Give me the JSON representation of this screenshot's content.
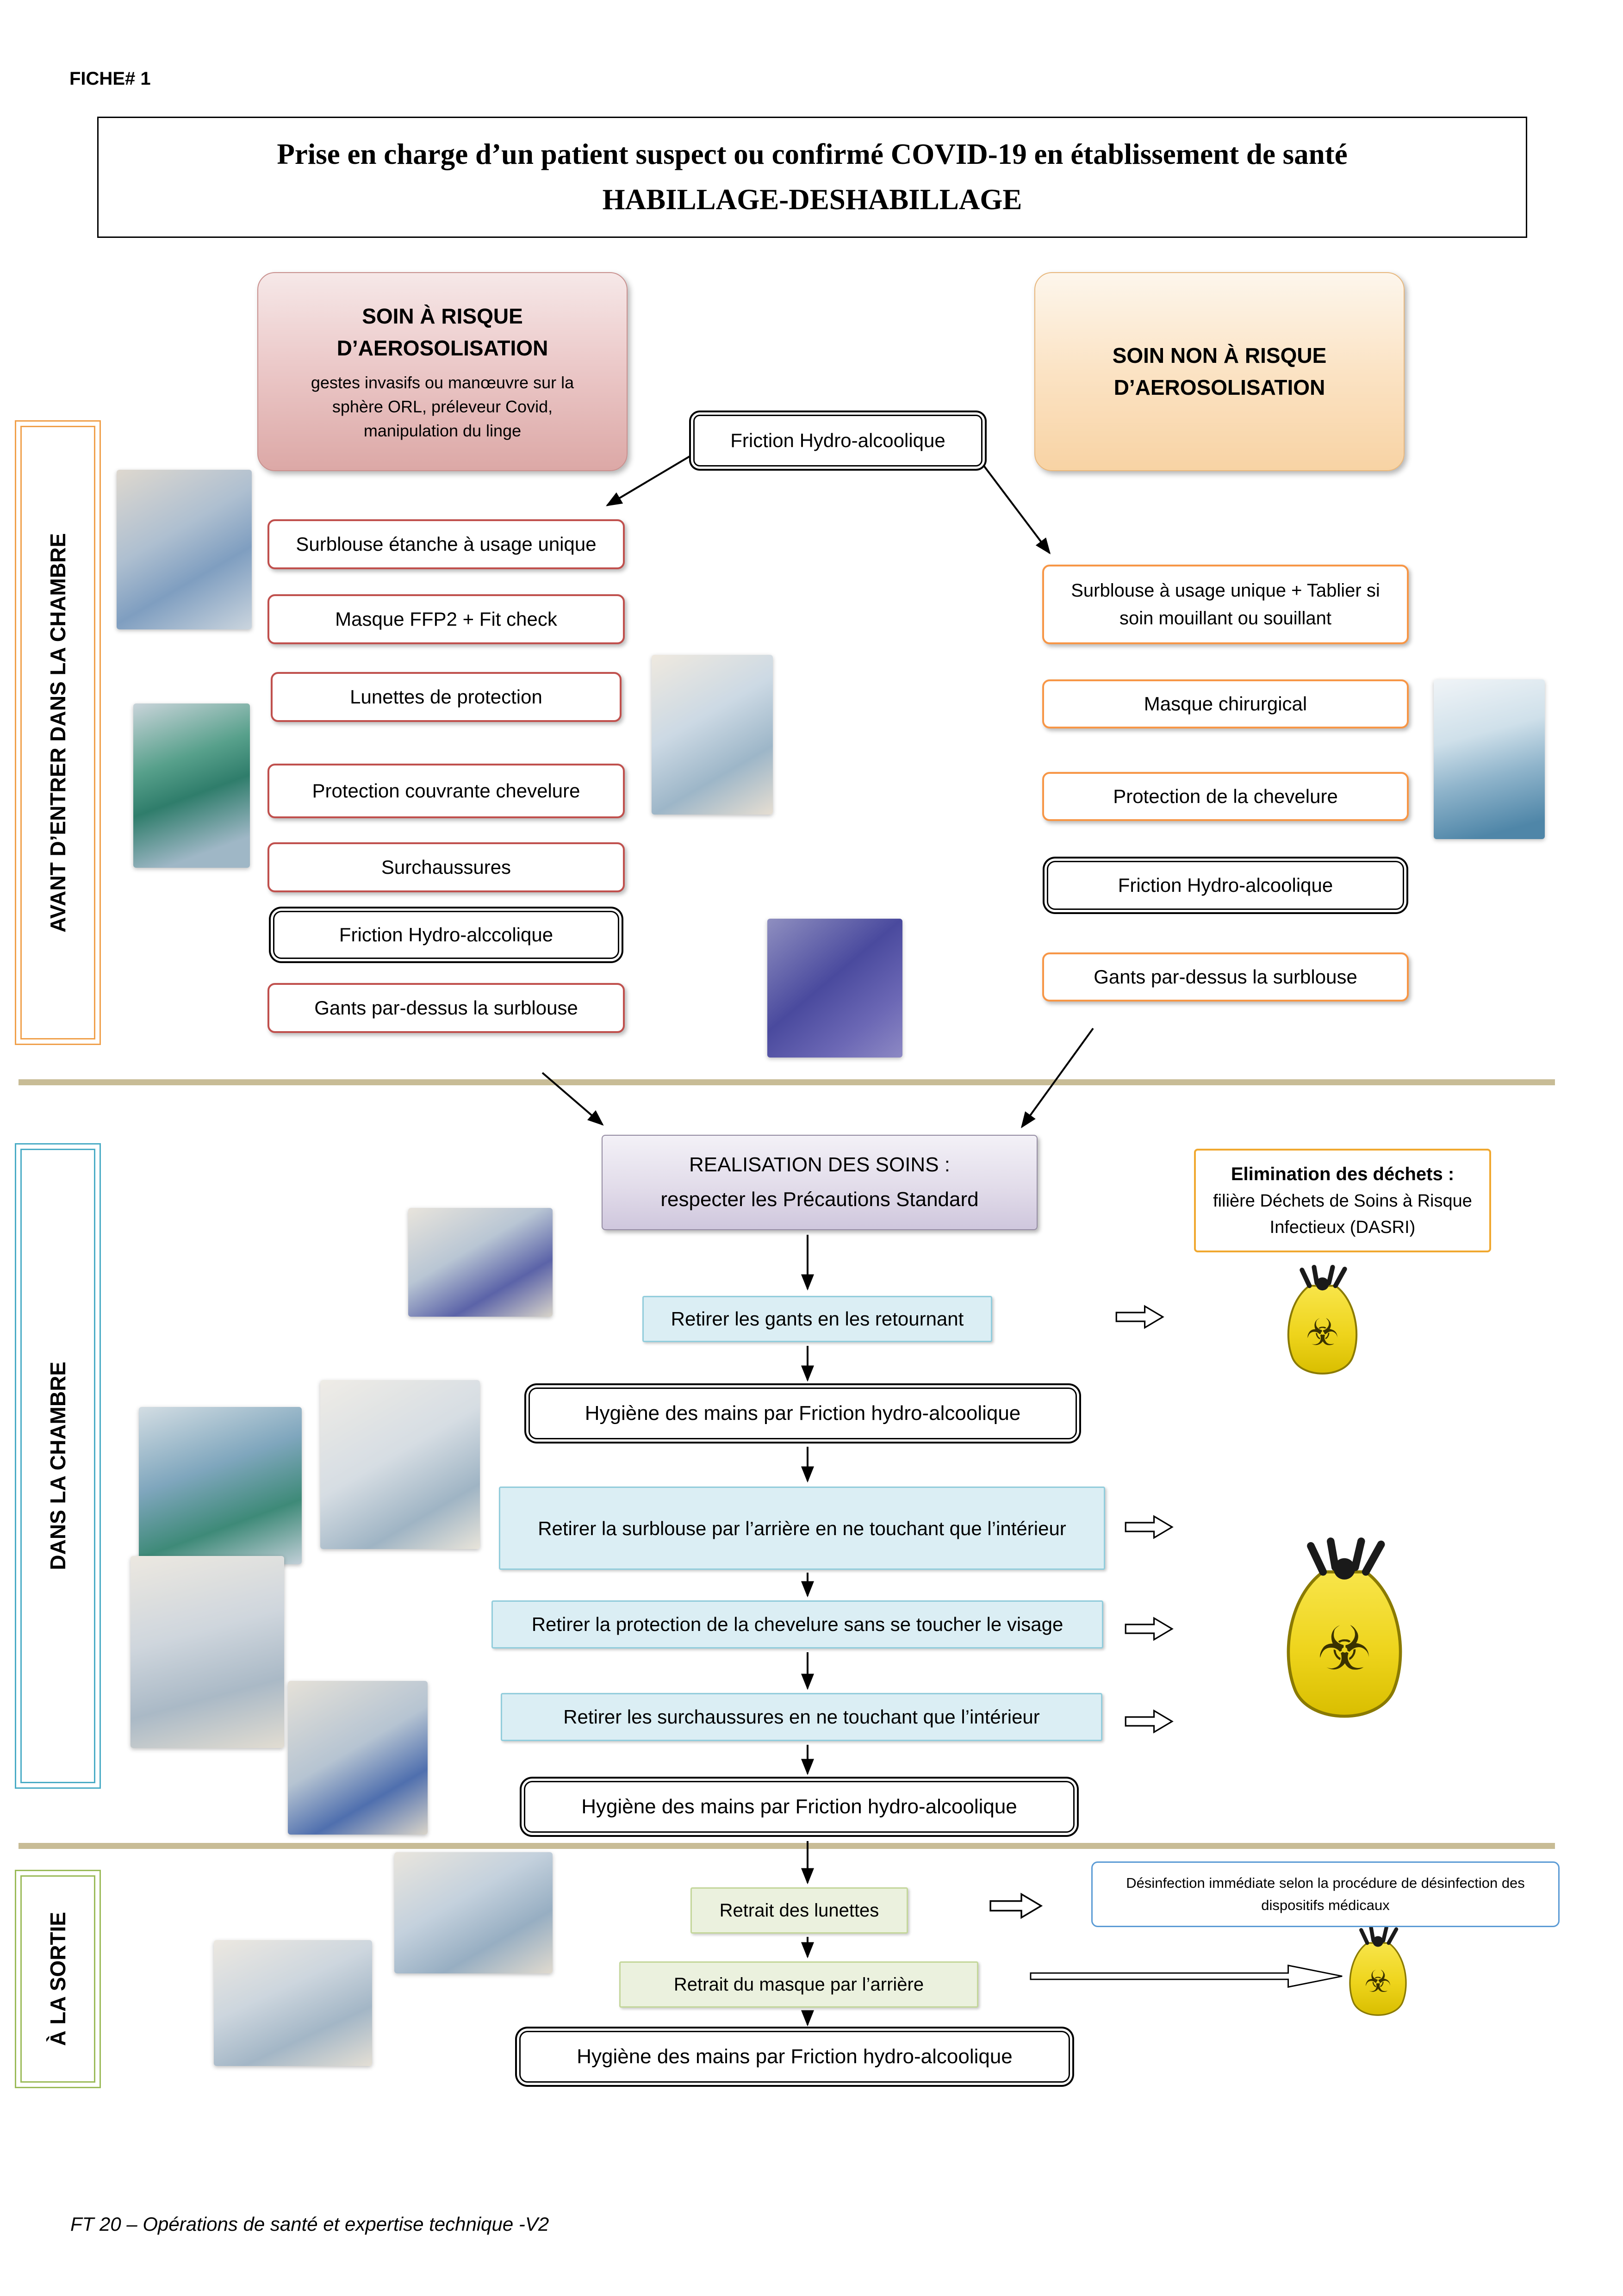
{
  "colors": {
    "red_border": "#c0504d",
    "orange_border": "#f79646",
    "blue_border": "#92cddc",
    "blue_fill": "#dbeef4",
    "green_fill": "#ebf1de",
    "sidebar_orange": "#f0a04b",
    "sidebar_blue": "#4bacc6",
    "sidebar_green": "#9bbb59",
    "divider_tan": "#c8bc96",
    "bag_yellow": "#f2d410"
  },
  "icons": {
    "biohazard": "☣"
  },
  "page": {
    "fiche": "FICHE# 1",
    "title_line1": "Prise en charge d’un patient suspect ou confirmé COVID-19 en établissement de santé",
    "title_line2": "HABILLAGE-DESHABILLAGE",
    "footer": "FT 20 – Opérations de santé et expertise technique -V2"
  },
  "sections": {
    "before": "AVANT D’ENTRER DANS LA CHAMBRE",
    "inside": "DANS LA CHAMBRE",
    "exit": "À LA SORTIE"
  },
  "branch_aerosol": {
    "title1": "SOIN À RISQUE",
    "title2": "D’AEROSOLISATION",
    "subtitle": "gestes invasifs ou manœuvre sur la sphère ORL, préleveur Covid, manipulation du linge"
  },
  "branch_non_aerosol": {
    "title1": "SOIN NON À RISQUE",
    "title2": "D’AEROSOLISATION"
  },
  "friction_entry": "Friction Hydro-alcoolique",
  "left_steps": [
    "Surblouse étanche à usage unique",
    "Masque FFP2 + Fit check",
    "Lunettes de protection",
    "Protection couvrante chevelure",
    "Surchaussures",
    "Friction Hydro-alccolique",
    "Gants par-dessus la surblouse"
  ],
  "right_steps": [
    "Surblouse à usage unique + Tablier si soin mouillant ou souillant",
    "Masque chirurgical",
    "Protection de la chevelure",
    "Friction Hydro-alcoolique",
    "Gants par-dessus la surblouse"
  ],
  "care": {
    "realisation_line1": "REALISATION DES SOINS :",
    "realisation_line2": "respecter les Précautions Standard",
    "waste_title": "Elimination des déchets :",
    "waste_body": "filière Déchets de Soins à Risque Infectieux (DASRI)",
    "remove_gloves": "Retirer les gants en les retournant",
    "hand_hygiene": "Hygiène des mains par Friction hydro-alcoolique",
    "remove_gown": "Retirer la surblouse par l’arrière en ne touchant que l’intérieur",
    "remove_hair_cover": "Retirer la protection de la chevelure sans se toucher le visage",
    "remove_shoe_covers": "Retirer les surchaussures en ne touchant que l’intérieur"
  },
  "exit_steps": {
    "remove_goggles": "Retrait des lunettes",
    "disinfection_note": "Désinfection immédiate selon la procédure de désinfection des dispositifs médicaux",
    "remove_mask": "Retrait du masque par l’arrière",
    "hand_hygiene": "Hygiène des mains par Friction hydro-alcoolique"
  }
}
